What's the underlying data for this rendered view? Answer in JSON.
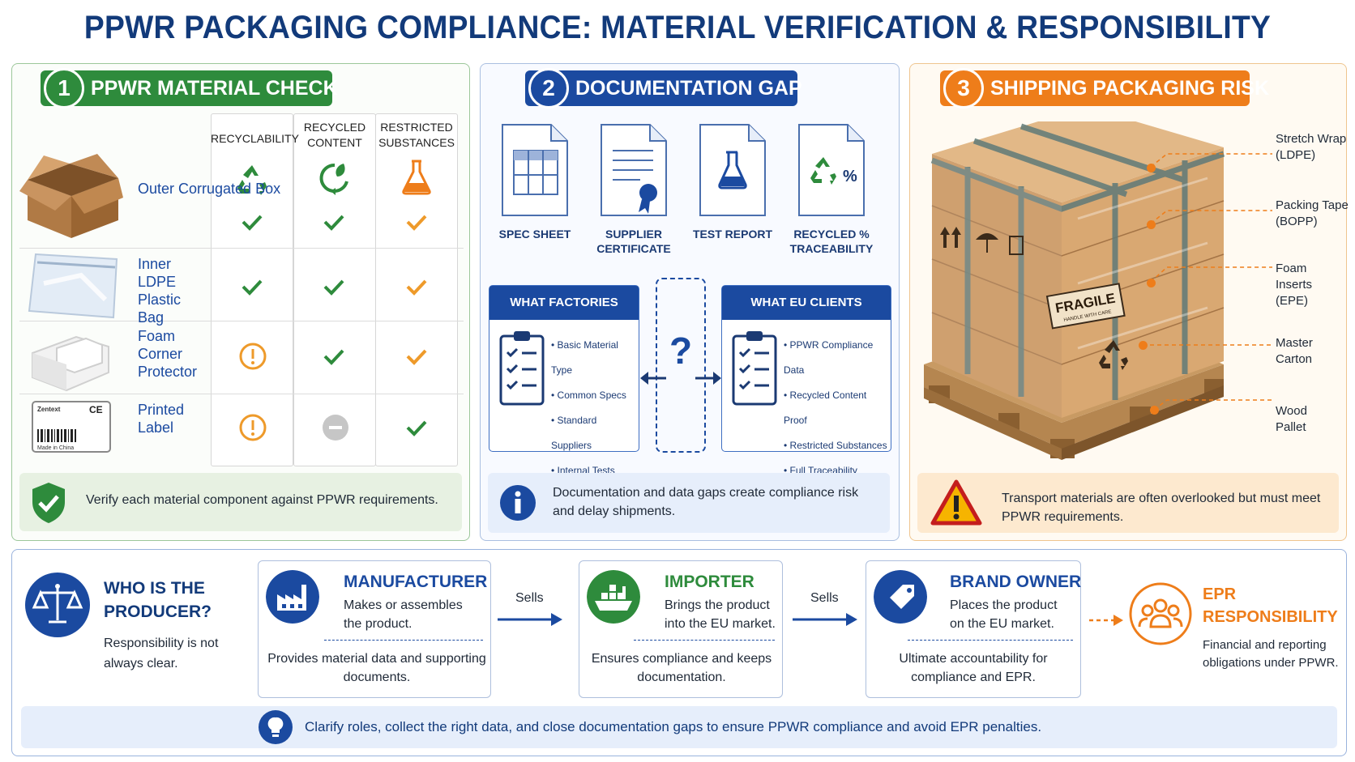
{
  "title": "PPWR PACKAGING COMPLIANCE: MATERIAL VERIFICATION & RESPONSIBILITY",
  "section1": {
    "number": "1",
    "title": "PPWR MATERIAL CHECK",
    "columns": [
      "RECYCLABILITY",
      "RECYCLED CONTENT",
      "RESTRICTED SUBSTANCES"
    ],
    "materials": [
      {
        "name": "Outer Corrugated Box",
        "status": [
          "check",
          "check",
          "check"
        ]
      },
      {
        "name": "Inner LDPE Plastic Bag",
        "status": [
          "check",
          "check",
          "check"
        ]
      },
      {
        "name": "Foam Corner Protector",
        "status": [
          "warning",
          "check",
          "check"
        ]
      },
      {
        "name": "Printed Label",
        "status": [
          "warning",
          "neutral",
          "check"
        ]
      }
    ],
    "label_brand": "Zentext",
    "label_origin": "Made in China",
    "note": "Verify each material component against PPWR requirements."
  },
  "section2": {
    "number": "2",
    "title": "DOCUMENTATION GAP",
    "documents": [
      "SPEC SHEET",
      "SUPPLIER CERTIFICATE",
      "TEST REPORT",
      "RECYCLED % TRACEABILITY"
    ],
    "factories": {
      "title": "WHAT FACTORIES KNOW",
      "items": [
        "Basic Material Type",
        "Common Specs",
        "Standard Suppliers",
        "Internal Tests"
      ]
    },
    "clients": {
      "title": "WHAT EU CLIENTS REQUEST",
      "items": [
        "PPWR Compliance Data",
        "Recycled Content Proof",
        "Restricted Substances",
        "Full Traceability"
      ]
    },
    "gap_symbol": "?",
    "note": "Documentation and data gaps create compliance risk and delay shipments."
  },
  "section3": {
    "number": "3",
    "title": "SHIPPING PACKAGING RISK",
    "labels": [
      "Stretch Wrap (LDPE)",
      "Packing Tape (BOPP)",
      "Foam Inserts (EPE)",
      "Master Carton",
      "Wood Pallet"
    ],
    "carton_text": "FRAGILE",
    "carton_subtext": "HANDLE WITH CARE",
    "note": "Transport materials are often overlooked but must meet PPWR requirements."
  },
  "producer": {
    "title": "WHO IS THE PRODUCER?",
    "text": "Responsibility is not always clear.",
    "roles": [
      {
        "title": "MANUFACTURER",
        "text": "Makes or assembles the product.",
        "sub": "Provides material data and supporting documents."
      },
      {
        "title": "IMPORTER",
        "text": "Brings the product into the EU market.",
        "sub": "Ensures compliance and keeps documentation."
      },
      {
        "title": "BRAND OWNER",
        "text": "Places the product on the EU market.",
        "sub": "Ultimate accountability for compliance and EPR."
      }
    ],
    "arrow_label": "Sells",
    "epr": {
      "title": "EPR RESPONSIBILITY",
      "text": "Financial and reporting obligations under PPWR."
    },
    "footer": "Clarify roles, collect the right data, and close documentation gaps to ensure PPWR compliance and avoid EPR penalties."
  },
  "colors": {
    "navy": "#123a7a",
    "blue": "#1b4aa0",
    "green": "#2e8b3c",
    "orange": "#ee7d1a"
  }
}
